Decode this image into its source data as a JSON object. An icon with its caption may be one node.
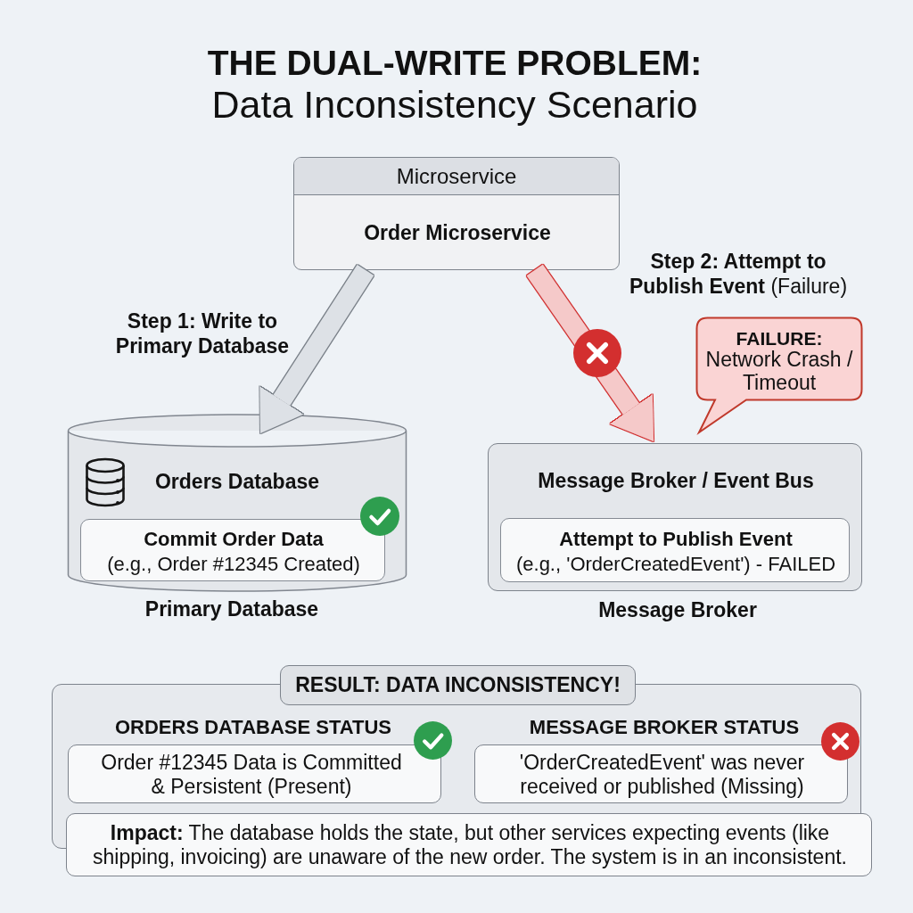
{
  "diagram": {
    "title": "**THE DUAL-WRITE PROBLEM:** Data Inconsistency Scenario",
    "nodes": [
      {
        "text": [
          "Microservice",
          "Order Microservice"
        ]
      },
      {
        "text": [
          "Orders Database"
        ],
        "beside": [
          "Primary Database"
        ]
      },
      {
        "text": [
          "Commit Order Data",
          "(e.g., Order #12345 Created)"
        ],
        "in": 1
      },
      {
        "text": [
          "Message Broker / Event Bus"
        ],
        "beside": [
          "Message Broker"
        ]
      },
      {
        "text": [
          "Attempt to Publish Event",
          "(e.g., 'OrderCreatedEvent') - FAILED"
        ],
        "in": 3
      },
      {
        "text": [
          "FAILURE:",
          "Network Crash / Timeout"
        ]
      },
      {
        "text": [
          "RESULT: DATA INCONSISTENCY!"
        ]
      },
      {
        "text": [
          "ORDERS DATABASE STATUS",
          "Order #12345 Data is Committed & Persistent (Present)"
        ],
        "in": 6
      },
      {
        "text": [
          "MESSAGE BROKER STATUS",
          "'OrderCreatedEvent' was never received or published (Missing)"
        ],
        "in": 6
      },
      {
        "text": [
          "**Impact:** The database holds the state, but other services expecting events (like shipping, invoicing) are unaware of the new order. The system is in an inconsistent."
        ]
      }
    ],
    "edges": [
      {
        "from": 0,
        "to": 1,
        "arrow": "to",
        "label": "Step 1: Write to Primary Database"
      },
      {
        "from": 0,
        "to": 3,
        "arrow": "to",
        "label": "**Step 2: Attempt to Publish Event** (Failure)",
        "color": "#f5c9c9"
      }
    ]
  }
}
